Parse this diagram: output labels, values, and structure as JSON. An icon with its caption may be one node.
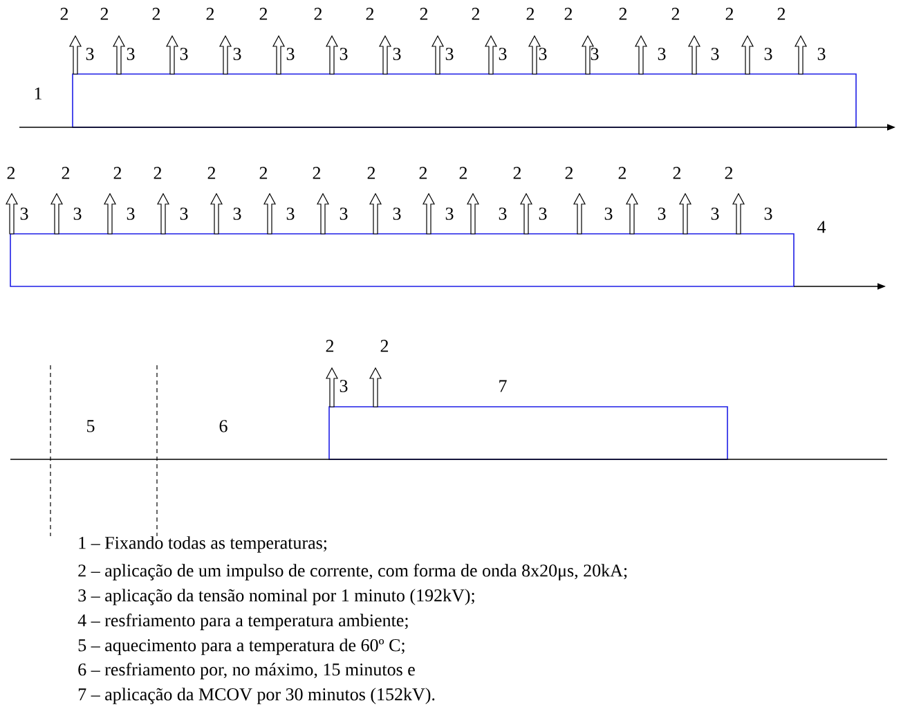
{
  "diagram": {
    "nodes": [
      {
        "text": [],
        "shape": "box"
      },
      {
        "text": [],
        "shape": "box"
      },
      {
        "text": [],
        "shape": "box"
      }
    ],
    "labels": [
      "2",
      "2",
      "2",
      "2",
      "2",
      "2",
      "2",
      "2",
      "2",
      "2",
      "2",
      "2",
      "2",
      "2",
      "2",
      "3",
      "3",
      "3",
      "3",
      "3",
      "3",
      "3",
      "3",
      "3",
      "3",
      "3",
      "3",
      "3",
      "3",
      "3",
      "1",
      "2",
      "2",
      "2",
      "2",
      "2",
      "2",
      "2",
      "2",
      "2",
      "2",
      "2",
      "2",
      "2",
      "2",
      "2",
      "3",
      "3",
      "3",
      "3",
      "3",
      "3",
      "3",
      "3",
      "3",
      "3",
      "3",
      "3",
      "3",
      "3",
      "3",
      "4",
      "2",
      "2",
      "3",
      "7",
      "5",
      "6",
      "1 – Fixando todas as temperaturas;",
      "2 – aplicação de um impulso de corrente, com forma de onda 8x20μs, 20kA;",
      "3 – aplicação da tensão nominal por 1 minuto (192kV);",
      "4 – resfriamento para a temperatura ambiente;",
      "5 – aquecimento para a temperatura de 60º C;",
      "6 – resfriamento por, no máximo, 15 minutos e",
      "7 – aplicação da MCOV por 30 minutos (152kV)."
    ]
  }
}
